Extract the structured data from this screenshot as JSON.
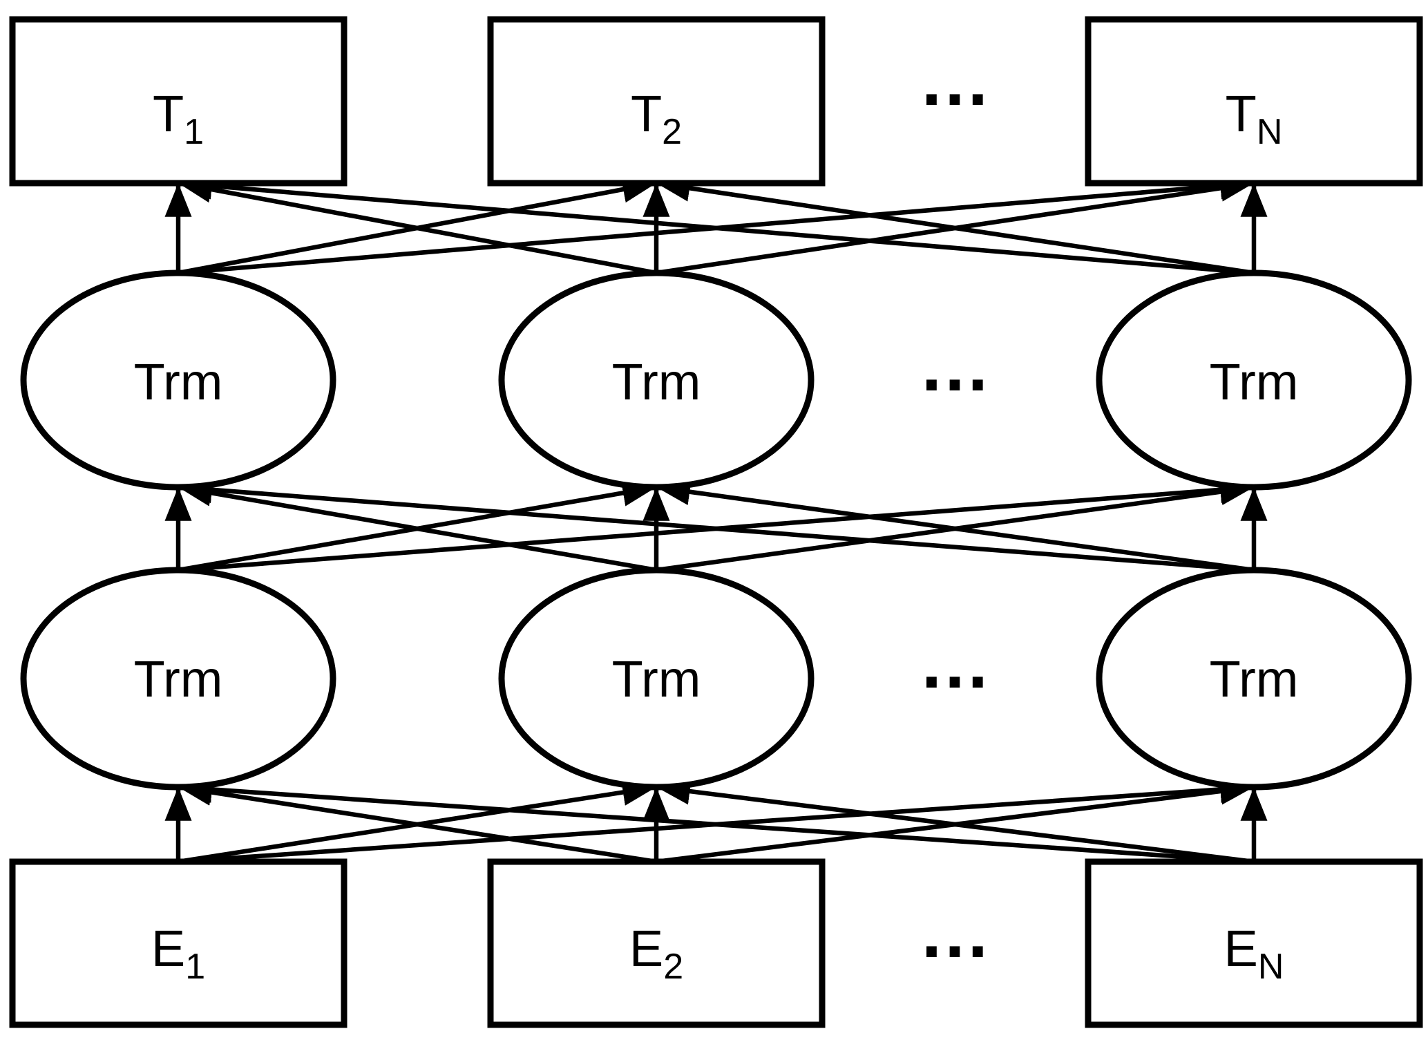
{
  "figure": {
    "background_color": "#ffffff",
    "stroke_color": "#000000",
    "ellipsis": "…",
    "output_row": [
      {
        "main": "T",
        "sub": "1"
      },
      {
        "main": "T",
        "sub": "2"
      },
      {
        "main": "T",
        "sub": "N"
      }
    ],
    "upper_transformer_row": [
      {
        "label": "Trm"
      },
      {
        "label": "Trm"
      },
      {
        "label": "Trm"
      }
    ],
    "lower_transformer_row": [
      {
        "label": "Trm"
      },
      {
        "label": "Trm"
      },
      {
        "label": "Trm"
      }
    ],
    "embedding_row": [
      {
        "main": "E",
        "sub": "1"
      },
      {
        "main": "E",
        "sub": "2"
      },
      {
        "main": "E",
        "sub": "N"
      }
    ]
  }
}
